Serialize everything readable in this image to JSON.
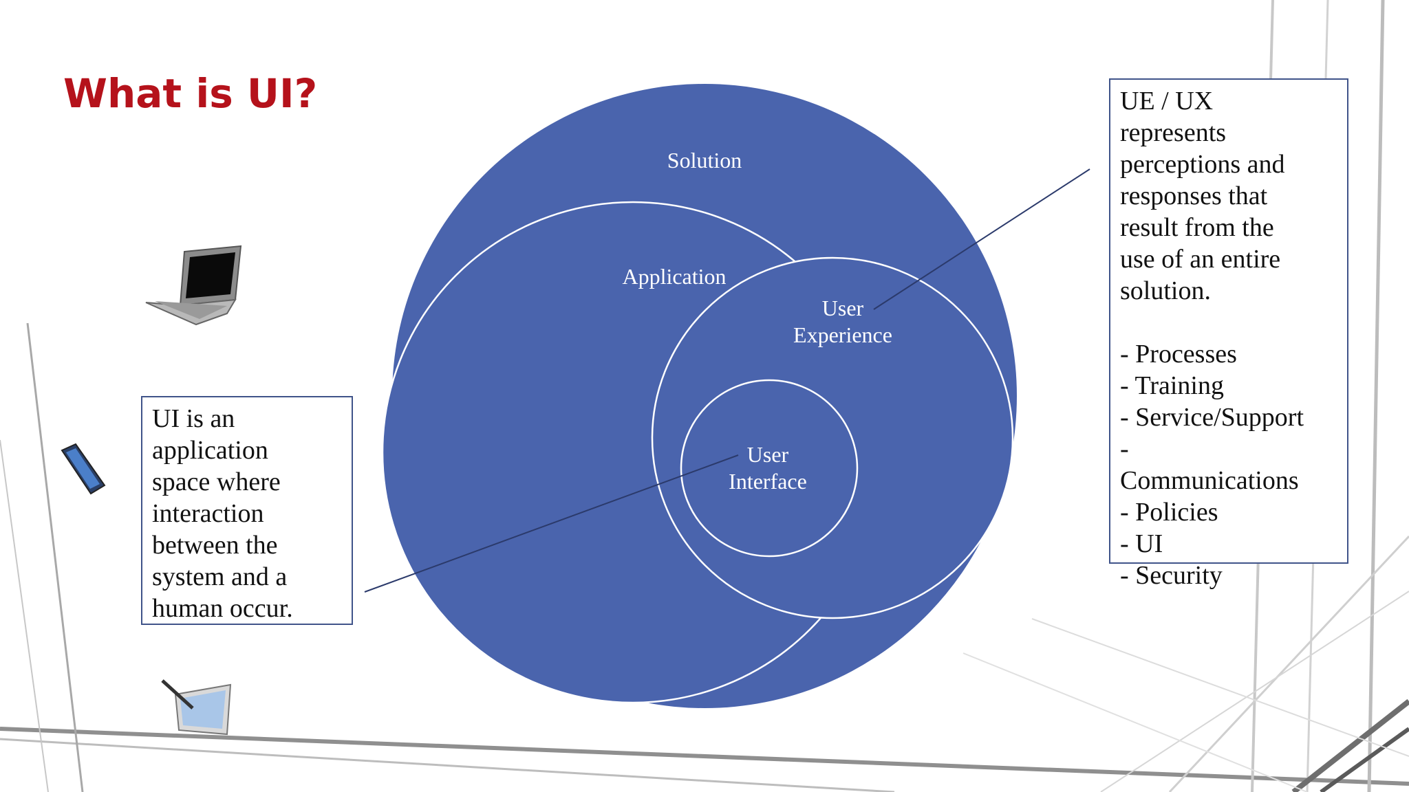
{
  "slide": {
    "title": "What is UI?"
  },
  "diagram": {
    "fill_color": "#4a64ad",
    "circle_labels": {
      "solution": "Solution",
      "application": "Application",
      "user_experience": [
        "User",
        "Experience"
      ],
      "user_interface": [
        "User",
        "Interface"
      ]
    }
  },
  "ui_callout": {
    "lines": [
      "UI is an",
      "application",
      "space where",
      "interaction",
      "between the",
      "system and a",
      "human occur."
    ]
  },
  "ux_callout": {
    "heading_lines": [
      "UE / UX",
      "represents",
      "perceptions and",
      "responses that",
      "result from the",
      "use of an entire",
      "solution."
    ],
    "items": [
      "- Processes",
      "- Training",
      "- Service/Support",
      "-",
      "Communications",
      "- Policies",
      "- UI",
      "- Security"
    ]
  },
  "devices": {
    "laptop": "laptop-icon",
    "phone": "phone-icon",
    "tablet": "tablet-pen-icon"
  }
}
